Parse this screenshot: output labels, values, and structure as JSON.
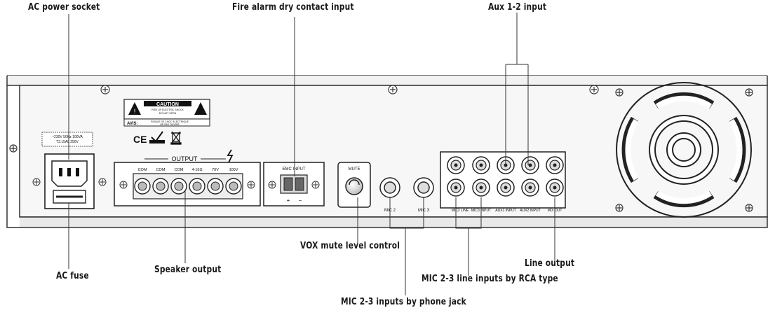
{
  "callouts": {
    "ac_power_socket": "AC power socket",
    "fire_alarm": "Fire alarm dry contact input",
    "aux_input": "Aux 1-2 input",
    "vox_mute": "VOX mute level control",
    "line_output": "Line output",
    "ac_fuse": "AC fuse",
    "speaker_output": "Speaker output",
    "mic_rca": "MIC 2-3 line inputs by RCA type",
    "mic_phone": "MIC 2-3 inputs by phone jack"
  },
  "panel": {
    "caution": "CAUTION",
    "caution_line1": "RISK OF ELECTRIC SHOCK",
    "caution_line2": "DO NOT OPEN",
    "avis": "AVIS:",
    "avis_line1": "RISQUE DE CHOC ELECTRIQUE",
    "avis_line2": "NE PAS OUVRIR",
    "ce_mark": "CE",
    "voltage_line1": "~230V 50Hz 100VA",
    "voltage_line2": "T3.15AL 250V",
    "output_title": "OUTPUT",
    "output_terminals": [
      "COM",
      "COM",
      "COM",
      "4-16Ω",
      "70V",
      "100V"
    ],
    "emc_input": "EMC INPUT",
    "plus": "+",
    "minus": "−",
    "mute": "MUTE",
    "mic2": "MIC 2",
    "mic3": "MIC 3",
    "mic2_line": "MIC2 LINE",
    "mic3_input": "MIC3 INPUT",
    "aux1": "AUX1 INPUT",
    "aux2": "AUX2 INPUT",
    "mix_out": "MIX OUT"
  }
}
